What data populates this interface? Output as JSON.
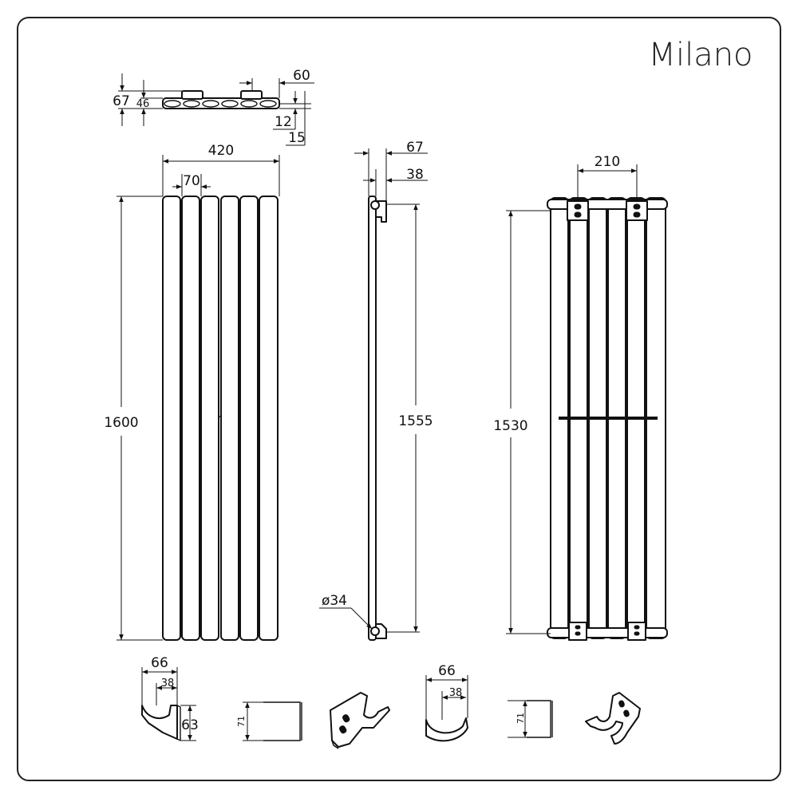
{
  "title": "Milano",
  "top_view": {
    "dims": {
      "depth_total": "67",
      "depth_body": "46",
      "offset_60": "60",
      "offset_12": "12",
      "offset_15": "15"
    }
  },
  "front_view": {
    "dims": {
      "width": "420",
      "panel": "70",
      "height": "1600"
    }
  },
  "side_view": {
    "dims": {
      "depth": "67",
      "wall": "38",
      "centres": "1555",
      "diameter": "ø34"
    }
  },
  "back_view": {
    "dims": {
      "bracket_span": "210",
      "height": "1530"
    }
  },
  "brackets": {
    "a": {
      "width": "66",
      "inner": "38",
      "height": "63"
    },
    "b": {
      "height": "71"
    },
    "c": {
      "width": "66",
      "inner": "38"
    },
    "d": {
      "height": "71"
    }
  },
  "colors": {
    "line": "#111111",
    "frame": "#222222",
    "background": "#ffffff"
  }
}
